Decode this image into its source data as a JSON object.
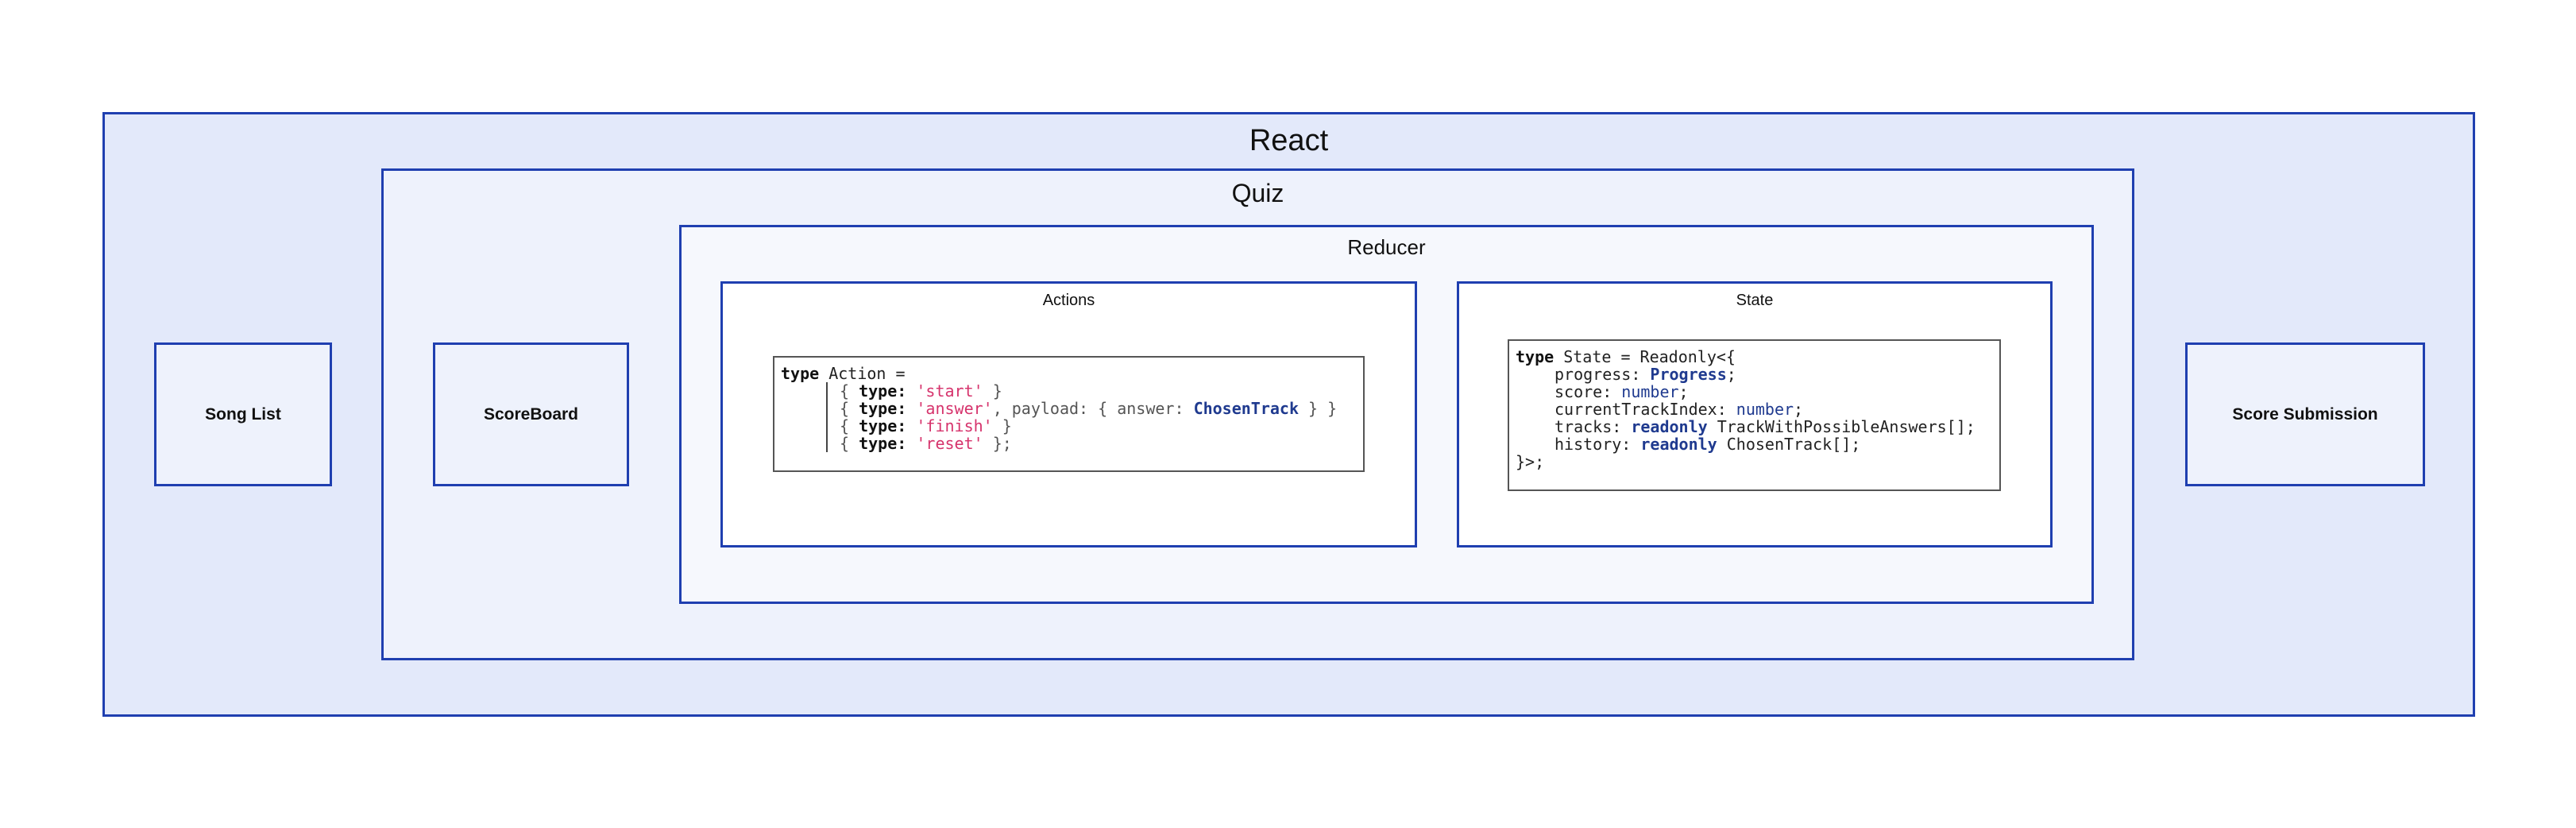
{
  "diagram": {
    "react": {
      "title": "React"
    },
    "song_list": {
      "label": "Song List"
    },
    "scoreboard": {
      "label": "ScoreBoard"
    },
    "score_submission": {
      "label": "Score Submission"
    },
    "quiz": {
      "title": "Quiz"
    },
    "reducer": {
      "title": "Reducer"
    },
    "actions": {
      "title": "Actions",
      "code": {
        "l1_kw": "type",
        "l1_rest": " Action =",
        "u_open": "{ ",
        "u_close": " }",
        "type_key": "type:",
        "start": "'start'",
        "answer": "'answer'",
        "payload_text": ", payload: { answer: ",
        "chosen_track": "ChosenTrack",
        "payload_close": " } }",
        "finish": "'finish'",
        "reset": "'reset'",
        "last_close": " };"
      }
    },
    "state": {
      "title": "State",
      "code": {
        "l1_kw": "type",
        "l1_rest": " State = Readonly<{",
        "progress_key": "progress: ",
        "progress_type": "Progress",
        "semi": ";",
        "score_key": "score: ",
        "number": "number",
        "current_key": "currentTrackIndex: ",
        "tracks_key": "tracks: ",
        "readonly": "readonly",
        "tracks_type": " TrackWithPossibleAnswers[];",
        "history_key": "history: ",
        "history_type": " ChosenTrack[];",
        "close": "}>;"
      }
    }
  },
  "colors": {
    "border": "#1f3fb0",
    "react_fill": "#e3e9fa",
    "inner_fill": "#eef2fc",
    "string": "#d6336c",
    "type": "#1f3a8f"
  }
}
